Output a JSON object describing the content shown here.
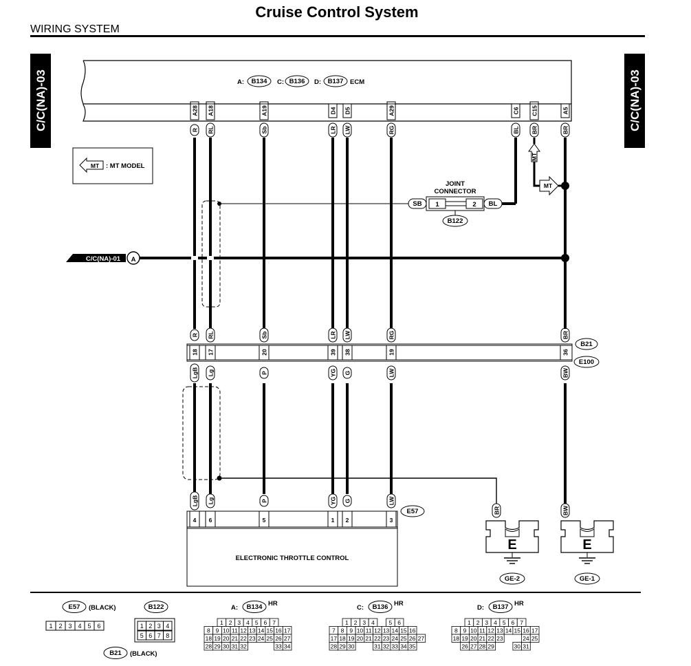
{
  "header": {
    "title": "Cruise Control System",
    "section": "WIRING SYSTEM"
  },
  "side_tabs": {
    "left": "C/C(NA)-03",
    "right": "C/C(NA)-03"
  },
  "ecm": {
    "connectors": [
      {
        "prefix": "A:",
        "id": "B134"
      },
      {
        "prefix": "C:",
        "id": "B136"
      },
      {
        "prefix": "D:",
        "id": "B137"
      }
    ],
    "label": "ECM"
  },
  "mt_legend": {
    "symbol": "MT",
    "text": ": MT MODEL"
  },
  "joint_connector": {
    "title_line1": "JOINT",
    "title_line2": "CONNECTOR",
    "left_color": "SB",
    "pin1": "1",
    "pin2": "2",
    "right_color": "BL",
    "id": "B122"
  },
  "mt_switch": {
    "label_top": "MT",
    "label_side": "MT"
  },
  "ref_link": {
    "text": "C/C(NA)-01",
    "marker": "A"
  },
  "wires": [
    {
      "ecm_pin": "A28",
      "ecm_color": "R",
      "b21_color": "R",
      "b21_pin": "18",
      "e100_pin": "18",
      "e100_color": "LgB",
      "e57_color": "LgB",
      "e57_pin": "4"
    },
    {
      "ecm_pin": "A18",
      "ecm_color": "RL",
      "b21_color": "RL",
      "b21_pin": "17",
      "e100_pin": "17",
      "e100_color": "Lg",
      "e57_color": "Lg",
      "e57_pin": "6"
    },
    {
      "ecm_pin": "A19",
      "ecm_color": "Sb",
      "b21_color": "Sb",
      "b21_pin": "20",
      "e100_pin": "20",
      "e100_color": "P",
      "e57_color": "P",
      "e57_pin": "5"
    },
    {
      "ecm_pin": "D4",
      "ecm_color": "LR",
      "b21_color": "LR",
      "b21_pin": "39",
      "e100_pin": "39",
      "e100_color": "YG",
      "e57_color": "YG",
      "e57_pin": "1"
    },
    {
      "ecm_pin": "D5",
      "ecm_color": "LW",
      "b21_color": "LW",
      "b21_pin": "38",
      "e100_pin": "38",
      "e100_color": "G",
      "e57_color": "G",
      "e57_pin": "2"
    },
    {
      "ecm_pin": "A29",
      "ecm_color": "RG",
      "b21_color": "RG",
      "b21_pin": "19",
      "e100_pin": "19",
      "e100_color": "LW",
      "e57_color": "LW",
      "e57_pin": "3"
    }
  ],
  "ecm_right_pins": [
    {
      "pin": "C6",
      "color": "BL"
    },
    {
      "pin": "C15",
      "color": "BR"
    },
    {
      "pin": "A5",
      "color": "BR"
    }
  ],
  "right_wire": {
    "b21_color": "BR",
    "b21_pin": "36",
    "e100_pin": "36",
    "e100_color": "BW",
    "ground_color": "BW"
  },
  "shield_ground_color": "BR",
  "connector_labels": {
    "b21": "B21",
    "e100": "E100",
    "e57": "E57"
  },
  "throttle": {
    "label": "ELECTRONIC THROTTLE CONTROL"
  },
  "grounds": [
    {
      "symbol": "E",
      "label": "GE-2"
    },
    {
      "symbol": "E",
      "label": "GE-1"
    }
  ],
  "footer": {
    "e57": {
      "id": "E57",
      "note": "(BLACK)",
      "pins": [
        "1",
        "2",
        "3",
        "4",
        "5",
        "6"
      ]
    },
    "b122": {
      "id": "B122",
      "row1": [
        "1",
        "2",
        "3",
        "4"
      ],
      "row2": [
        "5",
        "6",
        "7",
        "8"
      ]
    },
    "b21": {
      "id": "B21",
      "note": "(BLACK)"
    },
    "a_b134": {
      "prefix": "A:",
      "id": "B134",
      "note": "HR",
      "rows": [
        [
          "1",
          "2",
          "3",
          "4",
          "5",
          "6",
          "7"
        ],
        [
          "8",
          "9",
          "10",
          "11",
          "12",
          "13",
          "14",
          "15",
          "16",
          "17"
        ],
        [
          "18",
          "19",
          "20",
          "21",
          "22",
          "23",
          "24",
          "25",
          "26",
          "27"
        ],
        [
          "28",
          "29",
          "30",
          "31",
          "32",
          "",
          "",
          "",
          "33",
          "34"
        ]
      ]
    },
    "c_b136": {
      "prefix": "C:",
      "id": "B136",
      "note": "HR",
      "rows": [
        [
          "1",
          "2",
          "3",
          "4",
          "",
          "5",
          "6"
        ],
        [
          "7",
          "8",
          "9",
          "10",
          "11",
          "12",
          "13",
          "14",
          "15",
          "16"
        ],
        [
          "17",
          "18",
          "19",
          "20",
          "21",
          "22",
          "23",
          "24",
          "25",
          "26",
          "27"
        ],
        [
          "28",
          "29",
          "30",
          "",
          "",
          "31",
          "32",
          "33",
          "34",
          "35"
        ]
      ]
    },
    "d_b137": {
      "prefix": "D:",
      "id": "B137",
      "note": "HR",
      "rows": [
        [
          "1",
          "2",
          "3",
          "4",
          "5",
          "6",
          "7"
        ],
        [
          "8",
          "9",
          "10",
          "11",
          "12",
          "13",
          "14",
          "15",
          "16",
          "17"
        ],
        [
          "18",
          "19",
          "20",
          "21",
          "22",
          "23",
          "",
          "",
          "24",
          "25"
        ],
        [
          "26",
          "27",
          "28",
          "29",
          "",
          "",
          "30",
          "31"
        ]
      ]
    }
  }
}
